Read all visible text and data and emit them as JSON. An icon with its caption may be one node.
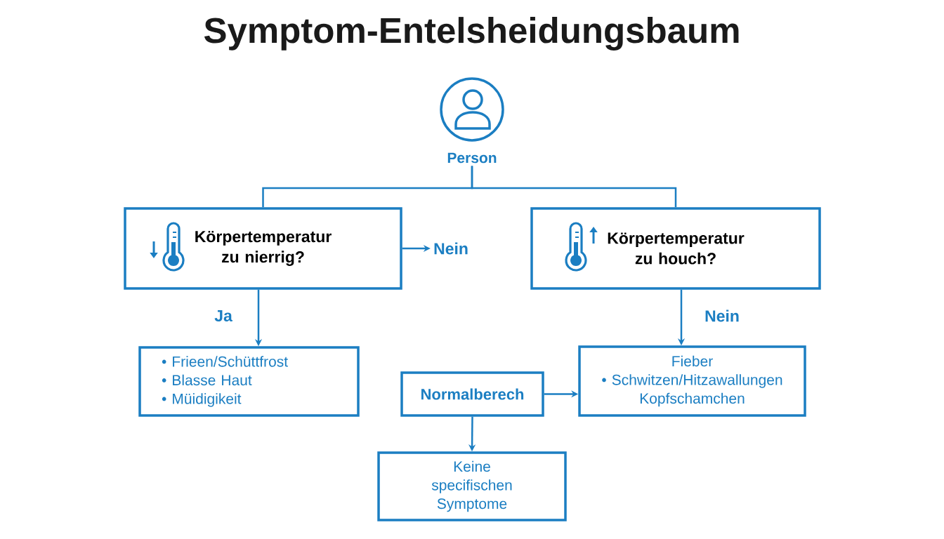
{
  "diagram": {
    "title": "Symptom-Entelsheidungsbaum",
    "nodes": [
      {
        "text": [
          "Person"
        ]
      },
      {
        "text": [
          "Körpertemperatur zu nierrig?"
        ]
      },
      {
        "text": [
          "Nein"
        ]
      },
      {
        "text": [
          "Körpertemperatur zu houch?"
        ]
      },
      {
        "text": [
          "• Frieen/Schüttfrost",
          "• Blasse Haut",
          "• Müidigikeit"
        ]
      },
      {
        "text": [
          "Normalberech"
        ]
      },
      {
        "text": [
          "Fieber",
          "• Schwitzen/Hitzawallungen",
          "Kopfschamchen"
        ]
      },
      {
        "text": [
          "Keine specifischen Symptome"
        ]
      }
    ],
    "edges": [
      {
        "from": 0,
        "to": 1,
        "arrow": "none"
      },
      {
        "from": 0,
        "to": 3,
        "arrow": "none"
      },
      {
        "from": 1,
        "to": 2,
        "arrow": "to"
      },
      {
        "from": 1,
        "to": 4,
        "arrow": "to",
        "label": "Ja"
      },
      {
        "from": 3,
        "to": 6,
        "arrow": "to",
        "label": "Nein"
      },
      {
        "from": 5,
        "to": 6,
        "arrow": "to"
      },
      {
        "from": 5,
        "to": 7,
        "arrow": "to"
      }
    ]
  }
}
